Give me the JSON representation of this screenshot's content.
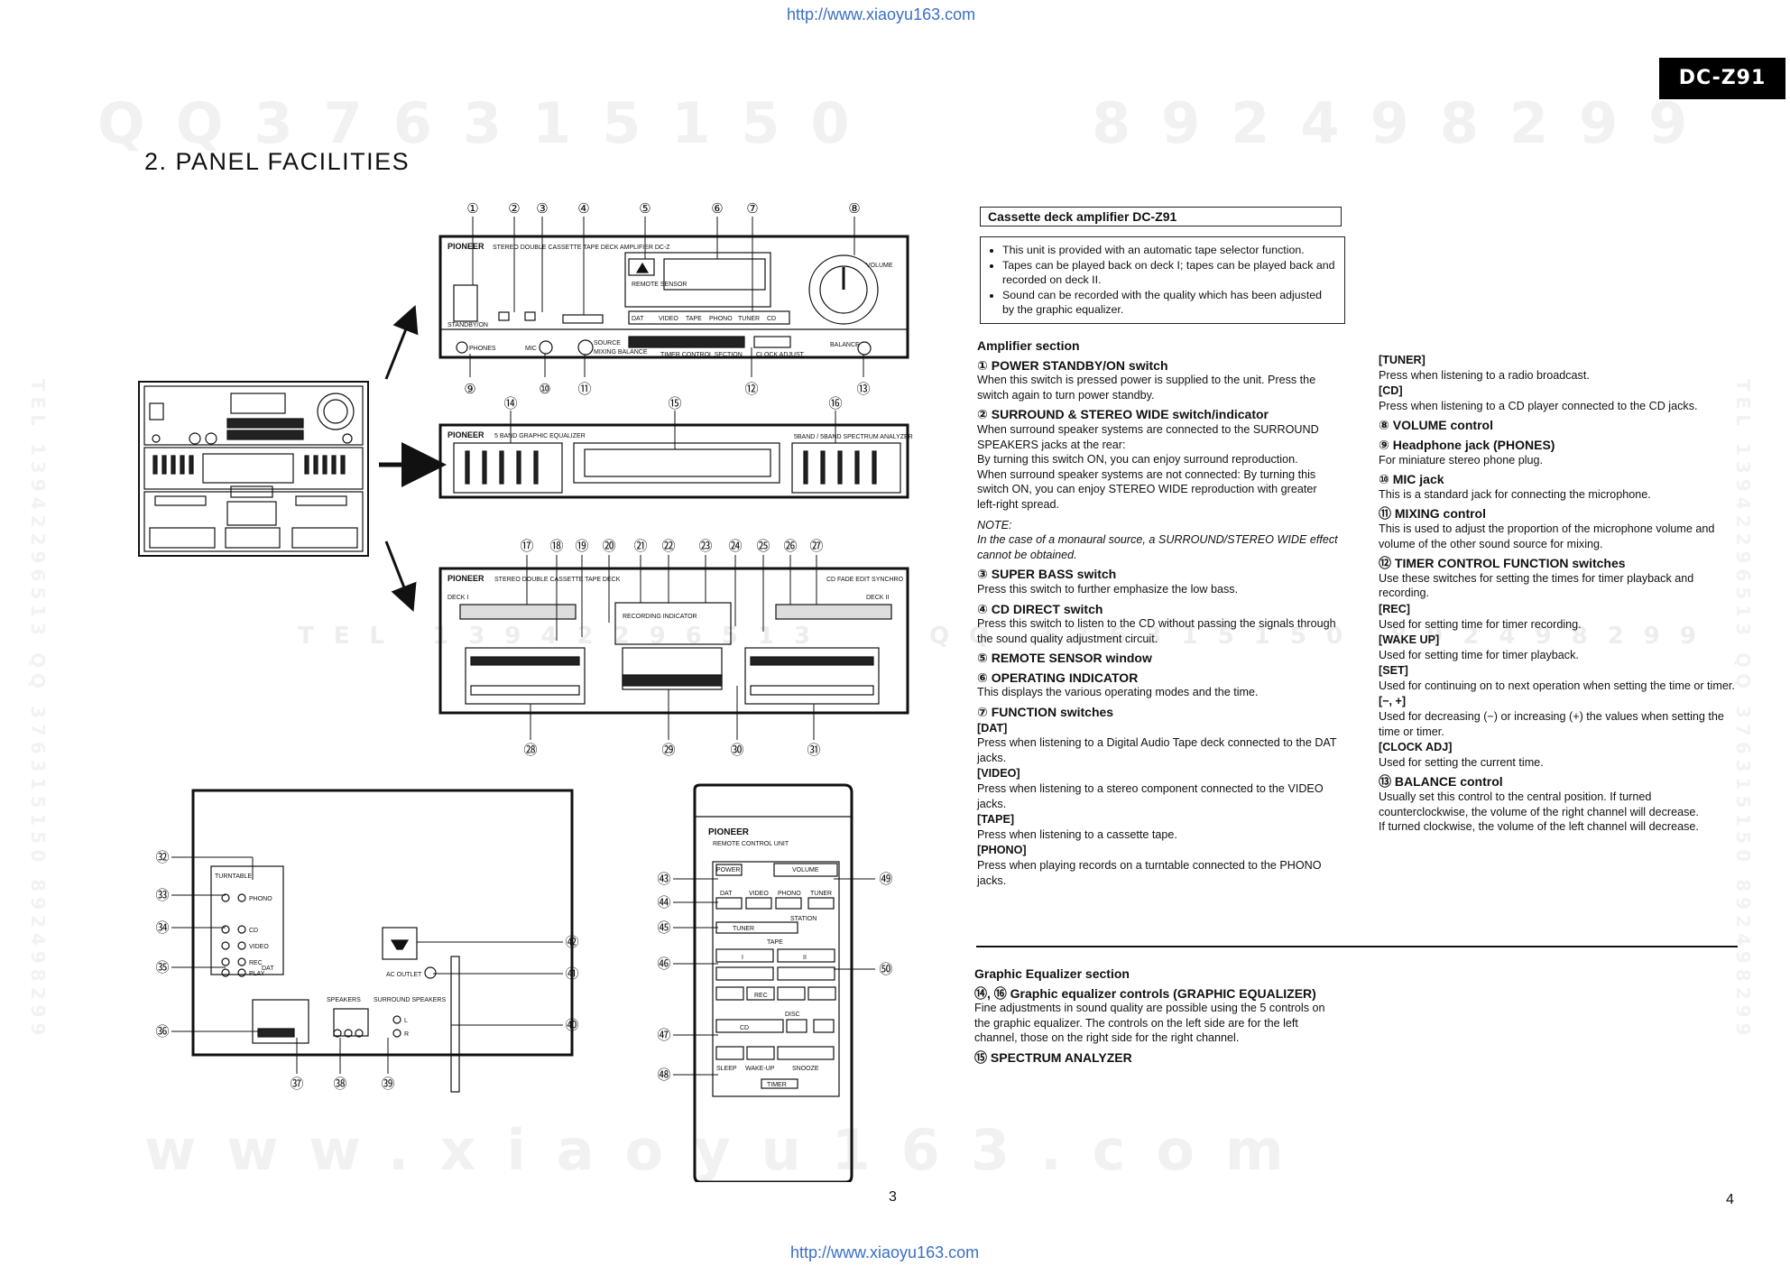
{
  "header": {
    "url_top": "http://www.xiaoyu163.com",
    "url_bottom": "http://www.xiaoyu163.com",
    "model": "DC-Z91"
  },
  "watermarks": {
    "top_left": "QQ376315150",
    "top_right": "892498299",
    "bottom": "www.xiaoyu163.com",
    "middle": "TEL 13942296513",
    "middle_right": "QQ 376315150 892498299",
    "vertical_left": "TEL 13942296513 QQ 376315150 892498299",
    "vertical_right": "TEL 13942296513 QQ 376315150 892498299"
  },
  "section_title": "2.  PANEL  FACILITIES",
  "page_numbers": {
    "left": "3",
    "right": "4"
  },
  "figure": {
    "labels_main": [
      "①",
      "②",
      "③",
      "④",
      "⑤",
      "⑥",
      "⑦",
      "⑧",
      "⑨",
      "⑩",
      "⑪",
      "⑫",
      "⑬",
      "⑭",
      "⑮",
      "⑯",
      "⑰",
      "⑱",
      "⑲",
      "⑳",
      "㉑",
      "㉒",
      "㉓",
      "㉔",
      "㉕",
      "㉖",
      "㉗",
      "㉘",
      "㉙",
      "㉚",
      "㉛"
    ],
    "labels_rear": [
      "㉜",
      "㉝",
      "㉞",
      "㉟",
      "㊱",
      "㊲",
      "㊳",
      "㊴",
      "㊵",
      "㊶",
      "㊷"
    ],
    "labels_remote": [
      "㊸",
      "㊹",
      "㊺",
      "㊻",
      "㊼",
      "㊽",
      "㊾",
      "㊿"
    ],
    "brand": "PIONEER",
    "amp_title": "STEREO DOUBLE CASSETTE TAPE DECK AMPLIFIER DC-Z",
    "eq_title": "5 BAND GRAPHIC EQUALIZER",
    "spectrum_title": "5BAND / 5BAND SPECTRUM ANALYZER",
    "deck_title": "STEREO DOUBLE CASSETTE TAPE DECK",
    "deck_right": "CD FADE EDIT SYNCHRO",
    "standby": "STANDBY/ON",
    "remote_sensor": "REMOTE SENSOR",
    "volume": "VOLUME",
    "balance": "BALANCE",
    "phones": "PHONES",
    "mic": "MIC",
    "source": "SOURCE",
    "mixing": "MIXING BALANCE",
    "func_buttons": [
      "DAT",
      "VIDEO",
      "TAPE",
      "PHONO",
      "TUNER",
      "CD"
    ],
    "timer_control": "TIMER CONTROL SECTION",
    "clock_adjust": "CLOCK ADJUST",
    "deck1": "DECK I",
    "deck2": "DECK II",
    "recording_indicator": "RECORDING INDICATOR",
    "remote_title": "REMOTE CONTROL UNIT",
    "remote_buttons": [
      "POWER",
      "VOLUME",
      "DAT",
      "VIDEO",
      "PHONO",
      "TUNER",
      "STATION",
      "TUNER",
      "TAPE",
      "I",
      "II",
      "REC",
      "DISC",
      "CD",
      "SLEEP",
      "WAKE-UP",
      "SNOOZE",
      "TIMER"
    ],
    "rear_labels": [
      "TURNTABLE",
      "PHONO",
      "CD",
      "VIDEO",
      "REC",
      "DAT",
      "PLAY",
      "SPEAKERS",
      "SURROUND SPEAKERS",
      "L",
      "R",
      "AC OUTLET"
    ]
  },
  "right": {
    "box_title": "Cassette deck amplifier DC-Z91",
    "bullets": [
      "This unit is provided with an automatic tape selector function.",
      "Tapes can be played back on deck I; tapes can be played back and recorded on deck II.",
      "Sound can be recorded with the quality which has been adjusted by the graphic equalizer."
    ],
    "amp_section": "Amplifier section",
    "c1": [
      {
        "h": "① POWER STANDBY/ON switch",
        "t": "When this switch is pressed power is supplied to the unit. Press the switch again to turn power standby."
      },
      {
        "h": "② SURROUND & STEREO WIDE switch/indicator",
        "t": "When surround speaker systems are connected to the SURROUND SPEAKERS jacks at the rear:\nBy turning this switch ON, you can enjoy surround reproduction.\nWhen surround speaker systems are not connected: By turning this switch ON, you can enjoy STEREO WIDE reproduction with greater left-right spread."
      },
      {
        "note_label": "NOTE:",
        "note": "In the case of a monaural source, a SURROUND/STEREO WIDE effect cannot be obtained."
      },
      {
        "h": "③ SUPER BASS switch",
        "t": "Press this switch to further emphasize the low bass."
      },
      {
        "h": "④ CD DIRECT switch",
        "t": "Press this switch to listen to the CD without passing the signals through the sound quality adjustment circuit."
      },
      {
        "h": "⑤ REMOTE SENSOR window",
        "t": ""
      },
      {
        "h": "⑥ OPERATING INDICATOR",
        "t": "This displays the various operating modes and the time."
      },
      {
        "h": "⑦ FUNCTION switches",
        "t": ""
      },
      {
        "s": "[DAT]",
        "t": "Press when listening to a Digital Audio Tape deck connected to the DAT jacks."
      },
      {
        "s": "[VIDEO]",
        "t": "Press when listening to a stereo component connected to the VIDEO jacks."
      },
      {
        "s": "[TAPE]",
        "t": "Press when listening to a cassette tape."
      },
      {
        "s": "[PHONO]",
        "t": "Press when playing records on a turntable connected to the PHONO jacks."
      }
    ],
    "c2": [
      {
        "s": "[TUNER]",
        "t": "Press when listening to a radio broadcast."
      },
      {
        "s": "[CD]",
        "t": "Press when listening to a CD player connected to the CD jacks."
      },
      {
        "h": "⑧ VOLUME control",
        "t": ""
      },
      {
        "h": "⑨ Headphone jack (PHONES)",
        "t": "For miniature stereo phone plug."
      },
      {
        "h": "⑩ MIC jack",
        "t": "This is a standard jack for connecting the microphone."
      },
      {
        "h": "⑪ MIXING control",
        "t": "This is used to adjust the proportion of the microphone volume and volume of the other sound source for mixing."
      },
      {
        "h": "⑫ TIMER CONTROL FUNCTION switches",
        "t": "Use these switches for setting the times for timer playback and recording."
      },
      {
        "s": "[REC]",
        "t": "Used for setting time for timer recording."
      },
      {
        "s": "[WAKE UP]",
        "t": "Used for setting time for timer playback."
      },
      {
        "s": "[SET]",
        "t": "Used for continuing on to next operation when setting the time or timer."
      },
      {
        "s": "[−, +]",
        "t": "Used for decreasing (−) or increasing (+) the values when setting the time or timer."
      },
      {
        "s": "[CLOCK ADJ]",
        "t": "Used for setting the current time."
      },
      {
        "h": "⑬ BALANCE control",
        "t": "Usually set this control to the central position. If turned counterclockwise, the volume of the right channel will decrease.\nIf turned clockwise, the volume of the left channel will decrease."
      }
    ],
    "eq_section": "Graphic Equalizer section",
    "c3": [
      {
        "h": "⑭, ⑯ Graphic equalizer controls (GRAPHIC EQUALIZER)",
        "t": "Fine adjustments in sound quality are possible using the 5 controls on the graphic equalizer. The controls on the left side are for the left channel, those on the right side for the right channel."
      },
      {
        "h": "⑮ SPECTRUM ANALYZER",
        "t": ""
      }
    ]
  }
}
